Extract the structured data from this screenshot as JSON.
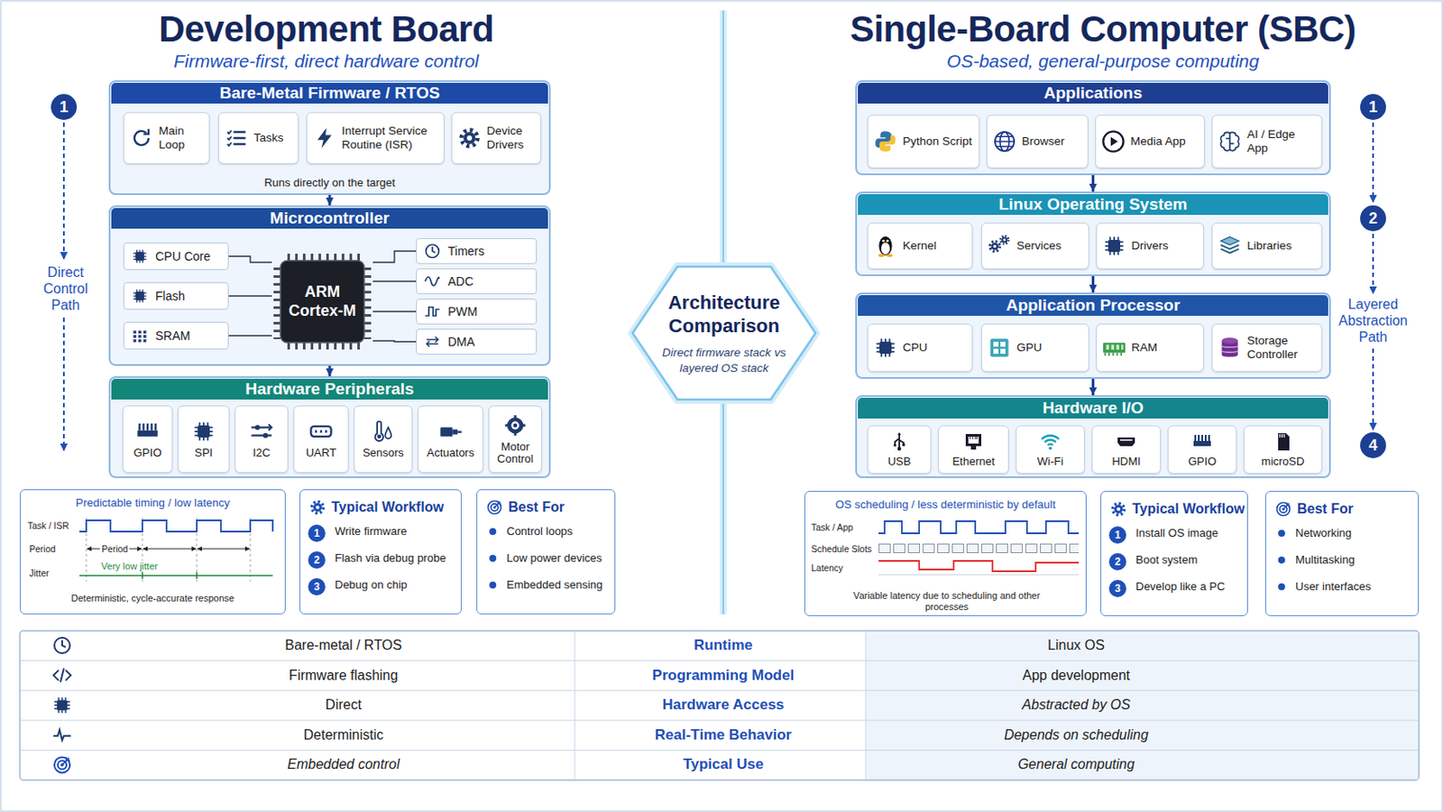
{
  "diagram": {
    "nodes": [
      {
        "text": [
          "Bare-Metal Firmware / RTOS",
          "Runs directly on the target"
        ]
      },
      {
        "text": [
          "Main Loop"
        ],
        "in": 0
      },
      {
        "text": [
          "Tasks"
        ],
        "in": 0
      },
      {
        "text": [
          "Interrupt Service Routine (ISR)"
        ],
        "in": 0
      },
      {
        "text": [
          "Device Drivers"
        ],
        "in": 0
      },
      {
        "text": [
          "Microcontroller"
        ]
      },
      {
        "text": [
          "CPU Core"
        ],
        "in": 5
      },
      {
        "text": [
          "Flash"
        ],
        "in": 5
      },
      {
        "text": [
          "SRAM"
        ],
        "in": 5
      },
      {
        "text": [
          "ARM Cortex-M"
        ],
        "in": 5
      },
      {
        "text": [
          "Timers"
        ],
        "in": 5
      },
      {
        "text": [
          "ADC"
        ],
        "in": 5
      },
      {
        "text": [
          "PWM"
        ],
        "in": 5
      },
      {
        "text": [
          "DMA"
        ],
        "in": 5
      },
      {
        "text": [
          "Hardware Peripherals"
        ]
      },
      {
        "text": [
          "GPIO"
        ],
        "in": 14
      },
      {
        "text": [
          "SPI"
        ],
        "in": 14
      },
      {
        "text": [
          "I2C"
        ],
        "in": 14
      },
      {
        "text": [
          "UART"
        ],
        "in": 14
      },
      {
        "text": [
          "Sensors"
        ],
        "in": 14
      },
      {
        "text": [
          "Actuators"
        ],
        "in": 14
      },
      {
        "text": [
          "Motor Control"
        ],
        "in": 14
      },
      {
        "text": [
          "Predictable timing / low latency"
        ]
      },
      {
        "text": [
          "Typical Workflow",
          "Write firmware",
          "Flash via debug probe",
          "Debug on chip"
        ]
      },
      {
        "text": [
          "Best For",
          "Control loops",
          "Low power devices",
          "Embedded sensing"
        ]
      },
      {
        "text": [
          "Applications"
        ]
      },
      {
        "text": [
          "Python Script"
        ],
        "in": 25
      },
      {
        "text": [
          "Browser"
        ],
        "in": 25
      },
      {
        "text": [
          "Media App"
        ],
        "in": 25
      },
      {
        "text": [
          "AI / Edge App"
        ],
        "in": 25
      },
      {
        "text": [
          "Linux Operating System"
        ]
      },
      {
        "text": [
          "Kernel"
        ],
        "in": 30
      },
      {
        "text": [
          "Services"
        ],
        "in": 30
      },
      {
        "text": [
          "Drivers"
        ],
        "in": 30
      },
      {
        "text": [
          "Libraries"
        ],
        "in": 30
      },
      {
        "text": [
          "Application Processor"
        ]
      },
      {
        "text": [
          "CPU"
        ],
        "in": 35
      },
      {
        "text": [
          "GPU"
        ],
        "in": 35
      },
      {
        "text": [
          "RAM"
        ],
        "in": 35
      },
      {
        "text": [
          "Storage Controller"
        ],
        "in": 35
      },
      {
        "text": [
          "Hardware I/O"
        ]
      },
      {
        "text": [
          "USB"
        ],
        "in": 40
      },
      {
        "text": [
          "Ethernet"
        ],
        "in": 40
      },
      {
        "text": [
          "Wi-Fi"
        ],
        "in": 40
      },
      {
        "text": [
          "HDMI"
        ],
        "in": 40
      },
      {
        "text": [
          "GPIO"
        ],
        "in": 40
      },
      {
        "text": [
          "microSD"
        ],
        "in": 40
      },
      {
        "text": [
          "OS scheduling / less deterministic by default"
        ]
      },
      {
        "text": [
          "Typical Workflow",
          "Install OS image",
          "Boot system",
          "Develop like a PC"
        ]
      },
      {
        "text": [
          "Best For",
          "Networking",
          "Multitasking",
          "User interfaces"
        ]
      },
      {
        "text": [
          "Architecture Comparison",
          "Direct firmware stack vs layered OS stack"
        ]
      }
    ],
    "edges": [
      {
        "from": 0,
        "to": 5,
        "arrow": "to"
      },
      {
        "from": 5,
        "to": 14,
        "arrow": "to"
      },
      {
        "from": 6,
        "to": 9,
        "arrow": "none"
      },
      {
        "from": 7,
        "to": 9,
        "arrow": "none"
      },
      {
        "from": 8,
        "to": 9,
        "arrow": "none"
      },
      {
        "from": 9,
        "to": 10,
        "arrow": "none"
      },
      {
        "from": 9,
        "to": 11,
        "arrow": "none"
      },
      {
        "from": 9,
        "to": 12,
        "arrow": "none"
      },
      {
        "from": 9,
        "to": 13,
        "arrow": "none"
      },
      {
        "from": 25,
        "to": 30,
        "arrow": "to"
      },
      {
        "from": 30,
        "to": 35,
        "arrow": "to"
      },
      {
        "from": 35,
        "to": 40,
        "arrow": "to"
      }
    ],
    "labels": [
      "Development Board",
      "Firmware-first, direct hardware control",
      "Single-Board Computer (SBC)",
      "OS-based, general-purpose computing",
      "1",
      "Direct Control Path",
      "1",
      "2",
      "Layered Abstraction Path",
      "4",
      "Task / ISR",
      "Period",
      "Period",
      "Jitter",
      "Very low jitter",
      "Deterministic, cycle-accurate response",
      "1",
      "2",
      "3",
      "Task / App",
      "Schedule Slots",
      "Latency",
      "Variable latency due to scheduling and other processes",
      "1",
      "2",
      "3",
      "Bare-metal / RTOS",
      "Runtime",
      "Linux OS",
      "Firmware flashing",
      "Programming Model",
      "App development",
      "Direct",
      "Hardware Access",
      "Abstracted by OS",
      "Deterministic",
      "Real-Time Behavior",
      "Depends on scheduling",
      "Embedded control",
      "Typical Use",
      "General computing"
    ]
  }
}
